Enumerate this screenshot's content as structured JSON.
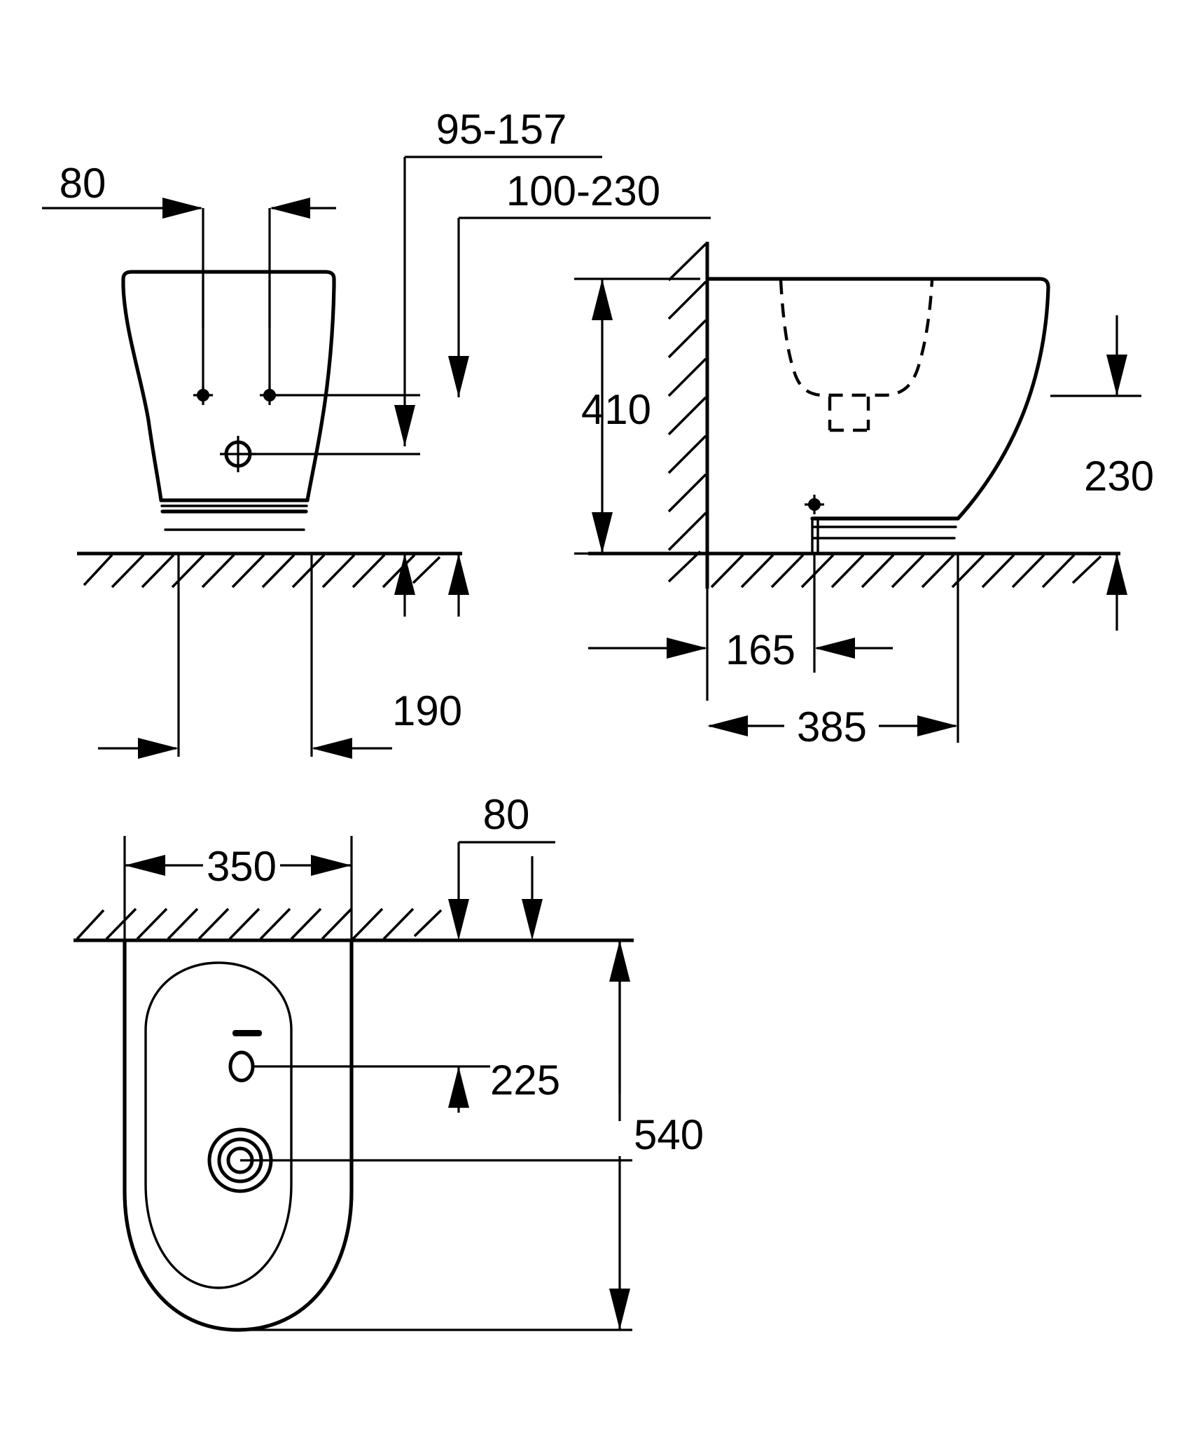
{
  "drawing": {
    "type": "technical-dimension-drawing",
    "subject": "floor-standing bidet",
    "units": "mm",
    "line_color": "#000000",
    "background_color": "#ffffff",
    "views": [
      {
        "id": "front-view",
        "name": "Front elevation"
      },
      {
        "id": "side-view",
        "name": "Side elevation"
      },
      {
        "id": "plan-view",
        "name": "Top / plan view"
      }
    ]
  },
  "dimensions": {
    "front_view": {
      "tap_hole_spacing": "80",
      "water_inlet_range": "95-157",
      "drain_range": "100-230",
      "foot_width": "190"
    },
    "side_view": {
      "rim_height": "410",
      "bowl_depth": "230",
      "drain_offset_from_wall": "165",
      "total_projection": "385"
    },
    "plan_view": {
      "overall_width": "350",
      "tap_hole_offset": "80",
      "tap_hole_from_wall": "225",
      "overall_depth": "540"
    }
  },
  "labels": [
    {
      "id": "lbl-80-front",
      "text": "80",
      "view": "front-view"
    },
    {
      "id": "lbl-95-157",
      "text": "95-157",
      "view": "front-view"
    },
    {
      "id": "lbl-100-230",
      "text": "100-230",
      "view": "front-view"
    },
    {
      "id": "lbl-190",
      "text": "190",
      "view": "front-view"
    },
    {
      "id": "lbl-410",
      "text": "410",
      "view": "side-view"
    },
    {
      "id": "lbl-230",
      "text": "230",
      "view": "side-view"
    },
    {
      "id": "lbl-165",
      "text": "165",
      "view": "side-view"
    },
    {
      "id": "lbl-385",
      "text": "385",
      "view": "side-view"
    },
    {
      "id": "lbl-350",
      "text": "350",
      "view": "plan-view"
    },
    {
      "id": "lbl-80-plan",
      "text": "80",
      "view": "plan-view"
    },
    {
      "id": "lbl-225",
      "text": "225",
      "view": "plan-view"
    },
    {
      "id": "lbl-540",
      "text": "540",
      "view": "plan-view"
    }
  ]
}
